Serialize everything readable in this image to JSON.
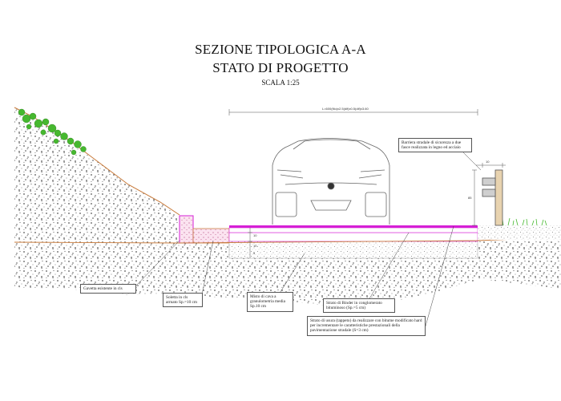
{
  "title": {
    "line1": "SEZIONE TIPOLOGICA A-A",
    "line2": "STATO DI PROGETTO",
    "scale": "SCALA 1:25"
  },
  "dimensions": {
    "overall_width": "L=600(filo)x2.5(dif)x0.5(dif)x3.60",
    "rail_width": "10",
    "rail_height": "85",
    "layer_10a": "10",
    "layer_10b": "10",
    "layer_5": "5"
  },
  "callouts": {
    "barriera": "Barriera stradale di sicurezza a due fasce realizzata in legno ed acciaio",
    "gavetta": "Gavetta esistente in cls",
    "soletta": "Soletta in cls armato Sp.=10 cm",
    "misto": "Misto di cava a granulometria media Sp.10 cm",
    "binder": "Strato di Binder in conglomerato bituminoso (Sp.=5 cm)",
    "usura": "Strato di usura (tappeto) da realizzare con bitume modificato hard per incrementare le caratteristiche prestazionali della pavimentazione stradale (S=3 cm)"
  },
  "colors": {
    "paving_magenta": "#d61fd6",
    "soil_orange": "#c87a3a",
    "vegetation_green": "#46b82f",
    "line_gray": "#555555"
  }
}
